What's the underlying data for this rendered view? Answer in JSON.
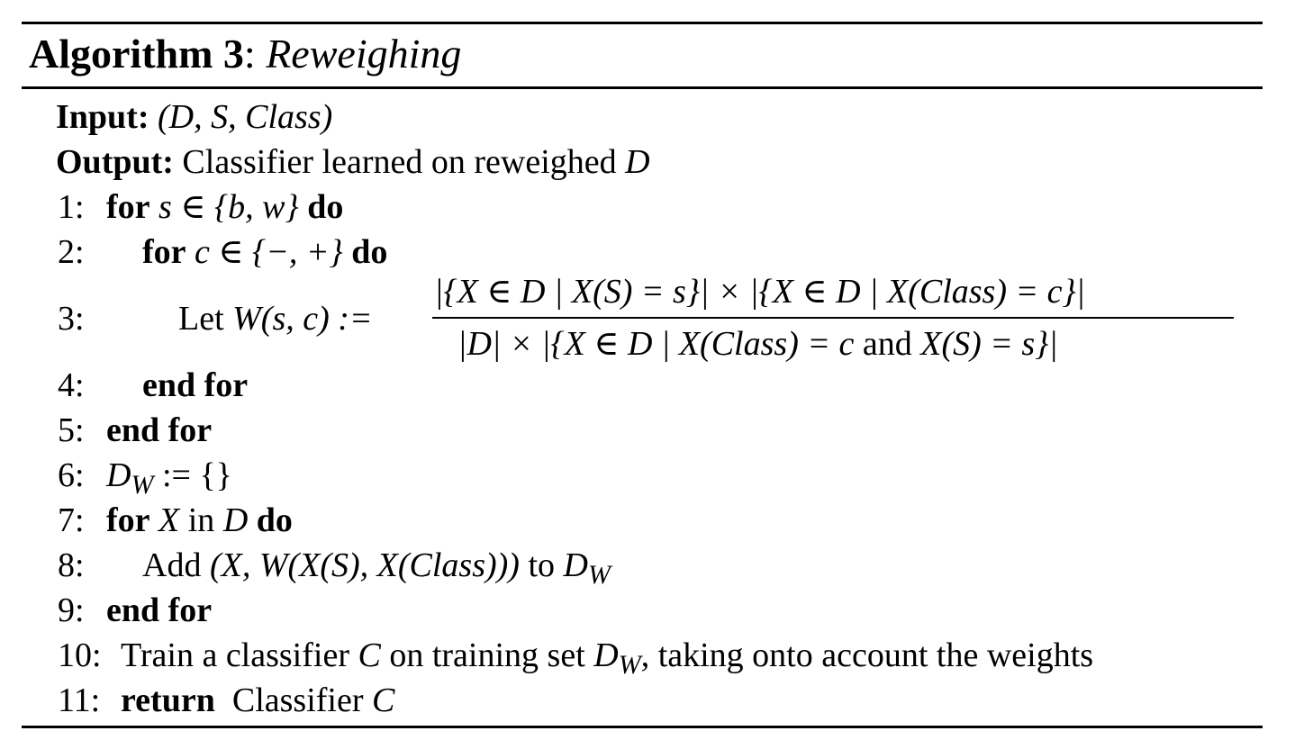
{
  "algorithm": {
    "label": "Algorithm 3",
    "colon": ":",
    "title": "Reweighing"
  },
  "input": {
    "keyword": "Input:",
    "value": "(D, S, Class)"
  },
  "output": {
    "keyword": "Output:",
    "text": "Classifier learned on reweighed ",
    "var": "D"
  },
  "lines": {
    "l1": {
      "num": "1:",
      "for": "for",
      "expr": "s ∈ {b, w}",
      "do": "do"
    },
    "l2": {
      "num": "2:",
      "for": "for",
      "expr": "c ∈ {−, +}",
      "do": "do"
    },
    "l3": {
      "num": "3:",
      "let": "Let ",
      "lhs": "W(s, c) :=",
      "numerator": "|{X ∈ D | X(S) = s}| × |{X ∈ D | X(Class) = c}|",
      "denominator_a": "|D| × |{X ∈ D | X(Class) = c",
      "and": " and ",
      "denominator_b": "X(S) = s}|"
    },
    "l4": {
      "num": "4:",
      "text": "end for"
    },
    "l5": {
      "num": "5:",
      "text": "end for"
    },
    "l6": {
      "num": "6:",
      "var": "D",
      "sub": "W",
      "rest": " := {}"
    },
    "l7": {
      "num": "7:",
      "for": "for",
      "var": "X",
      "in": " in ",
      "var2": "D",
      "do": "do"
    },
    "l8": {
      "num": "8:",
      "add": "Add ",
      "expr": "(X, W(X(S), X(Class)))",
      "to": " to ",
      "var": "D",
      "sub": "W"
    },
    "l9": {
      "num": "9:",
      "text": "end for"
    },
    "l10": {
      "num": "10:",
      "text1": "Train a classifier ",
      "var": "C",
      "text2": " on training set ",
      "var2": "D",
      "sub": "W",
      "text3": ", taking onto account the weights"
    },
    "l11": {
      "num": "11:",
      "kw": "return",
      "text": "Classifier ",
      "var": "C"
    }
  }
}
